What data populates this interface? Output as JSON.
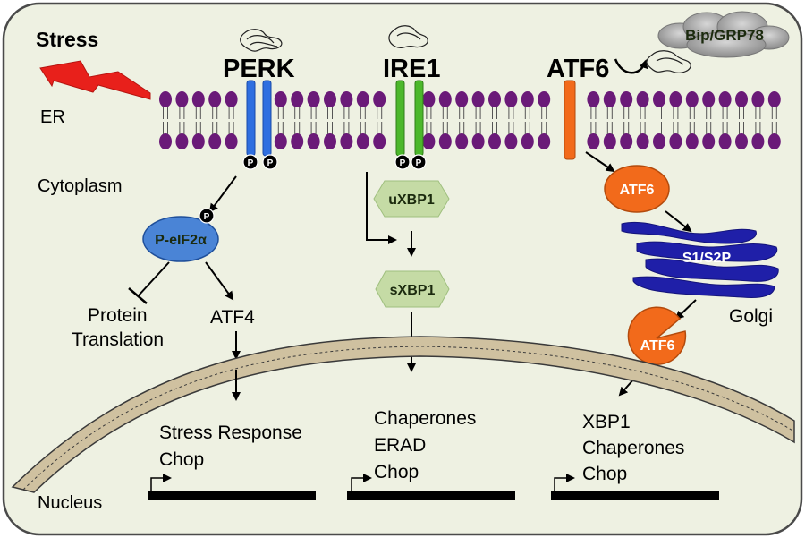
{
  "compartments": {
    "stress": "Stress",
    "er": "ER",
    "cytoplasm": "Cytoplasm",
    "golgi": "Golgi",
    "nucleus": "Nucleus"
  },
  "sensors": {
    "perk": "PERK",
    "ire1": "IRE1",
    "atf6": "ATF6",
    "bip": "Bip/GRP78",
    "phospho": "P"
  },
  "perk_path": {
    "eif2a": "P-eIF2α",
    "protein_line1": "Protein",
    "protein_line2": "Translation",
    "atf4": "ATF4",
    "target_line1": "Stress Response",
    "target_line2": "Chop"
  },
  "ire1_path": {
    "uxbp1": "uXBP1",
    "sxbp1": "sXBP1",
    "target_line1": "Chaperones",
    "target_line2": "ERAD",
    "target_line3": "Chop"
  },
  "atf6_path": {
    "atf6_free": "ATF6",
    "s1s2p": "S1/S2P",
    "atf6_cleaved": "ATF6",
    "target_line1": "XBP1",
    "target_line2": "Chaperones",
    "target_line3": "Chop"
  },
  "colors": {
    "background": "#eef1e2",
    "perk": "#2f6fe0",
    "ire1": "#4cb82b",
    "atf6": "#f26a1b",
    "lipid": "#6a1a78",
    "golgi": "#1f1fa8",
    "nuclear_envelope": "#cfc1a0",
    "eif2a": "#4a84d6",
    "xbp1": "#c5dba5"
  }
}
